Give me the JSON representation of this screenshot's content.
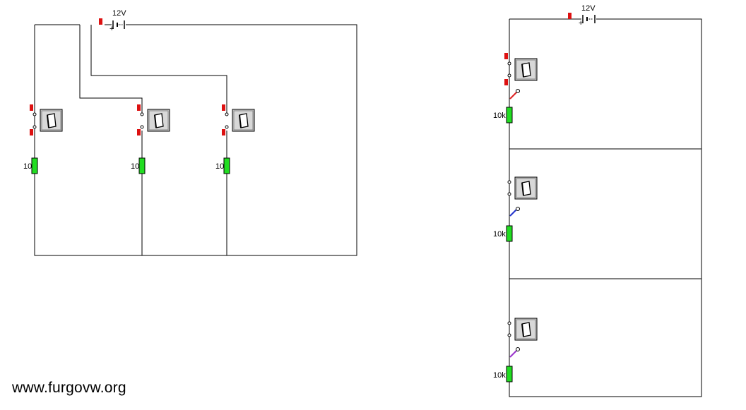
{
  "left_circuit": {
    "battery_voltage": "12V",
    "battery_polarity": "+",
    "resistor_labels": [
      "10",
      "10",
      "10"
    ]
  },
  "right_circuit": {
    "battery_voltage": "12V",
    "battery_polarity": "+",
    "resistor_labels": [
      "10k",
      "10k",
      "10k"
    ]
  },
  "watermark": "www.furgovw.org",
  "colors": {
    "wire": "#000000",
    "resistor": "#22dd22",
    "probe": "#dd1111",
    "switch_face": "#c8c8c8",
    "lamp_red": "#dd2222",
    "lamp_blue": "#2233cc",
    "lamp_purple": "#9933cc"
  }
}
